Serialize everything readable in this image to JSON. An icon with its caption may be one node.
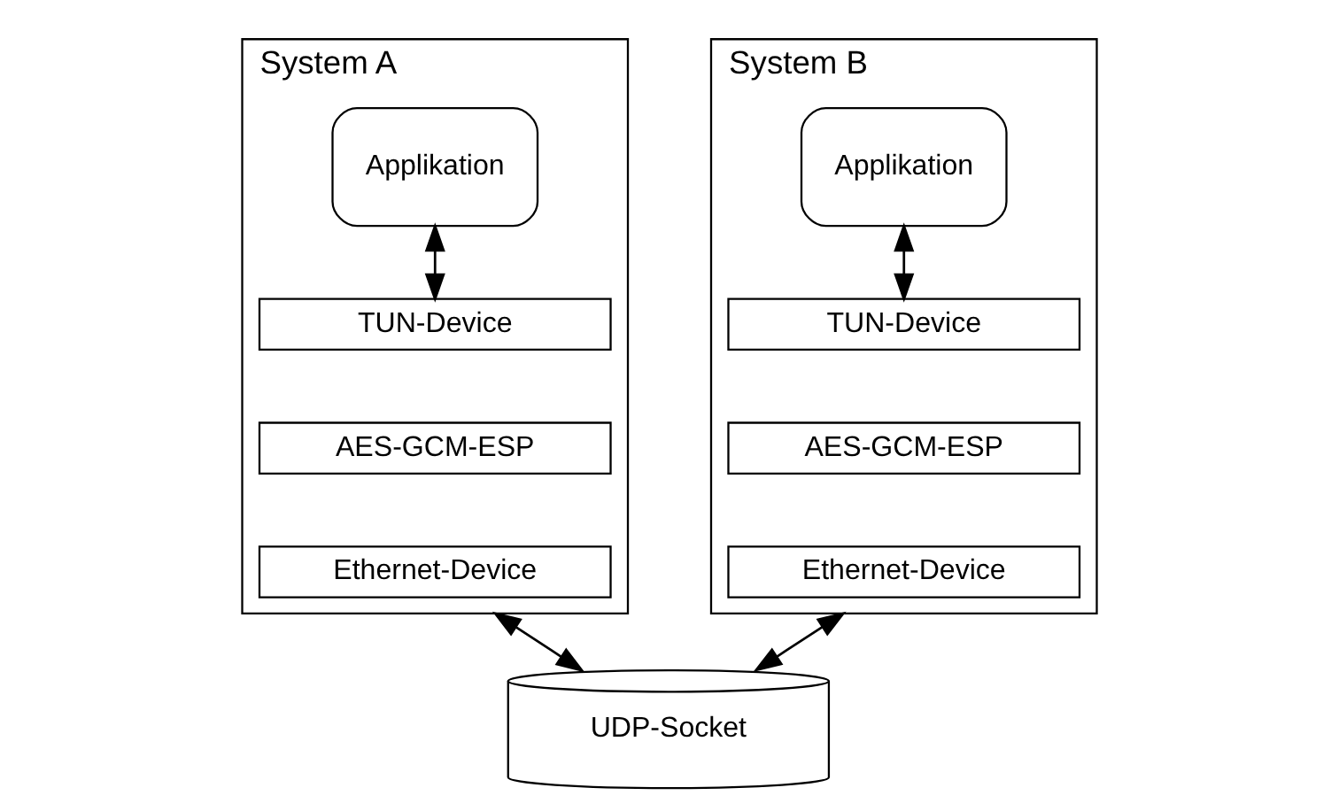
{
  "diagram": {
    "nodes": [
      {
        "text": [
          "System A"
        ]
      },
      {
        "text": [
          "Applikation"
        ],
        "in": 0
      },
      {
        "text": [
          "TUN-Device"
        ],
        "in": 0
      },
      {
        "text": [
          "AES-GCM-ESP"
        ],
        "in": 0
      },
      {
        "text": [
          "Ethernet-Device"
        ],
        "in": 0
      },
      {
        "text": [
          "System B"
        ]
      },
      {
        "text": [
          "Applikation"
        ],
        "in": 5
      },
      {
        "text": [
          "TUN-Device"
        ],
        "in": 5
      },
      {
        "text": [
          "AES-GCM-ESP"
        ],
        "in": 5
      },
      {
        "text": [
          "Ethernet-Device"
        ],
        "in": 5
      },
      {
        "text": [
          "UDP-Socket"
        ]
      }
    ],
    "edges": [
      {
        "from": 1,
        "to": 2,
        "arrow": "both"
      },
      {
        "from": 6,
        "to": 7,
        "arrow": "both"
      },
      {
        "from": 0,
        "to": 10,
        "arrow": "both"
      },
      {
        "from": 5,
        "to": 10,
        "arrow": "both"
      }
    ]
  }
}
